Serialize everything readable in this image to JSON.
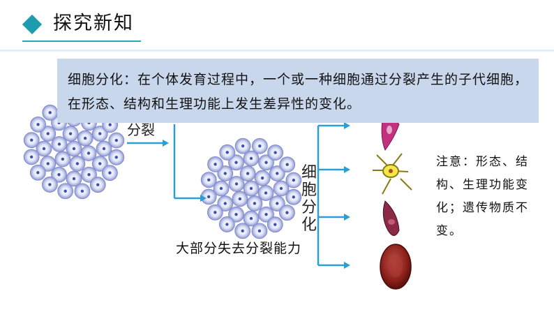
{
  "header": {
    "title": "探究新知",
    "accent_color": "#1f9bb0",
    "icon": "diamond-icon"
  },
  "definition": {
    "text": "细胞分化：在个体发育过程中，一个或一种细胞通过分裂产生的子代细胞，在形态、结构和生理功能上发生差异性的变化。"
  },
  "diagram": {
    "split_label": "分裂",
    "differentiation_label": "细胞分化",
    "lose_division_label": "大部分失去分裂能力",
    "arrow_color": "#2a9fd6"
  },
  "note": {
    "text": "注意：形态、结构、生理功能变化；遗传物质不变。"
  },
  "colors": {
    "definition_bg": "#c9d7ec",
    "cell_fill": "#e8ecf8",
    "cell_nucleus": "#3b4fb0"
  }
}
